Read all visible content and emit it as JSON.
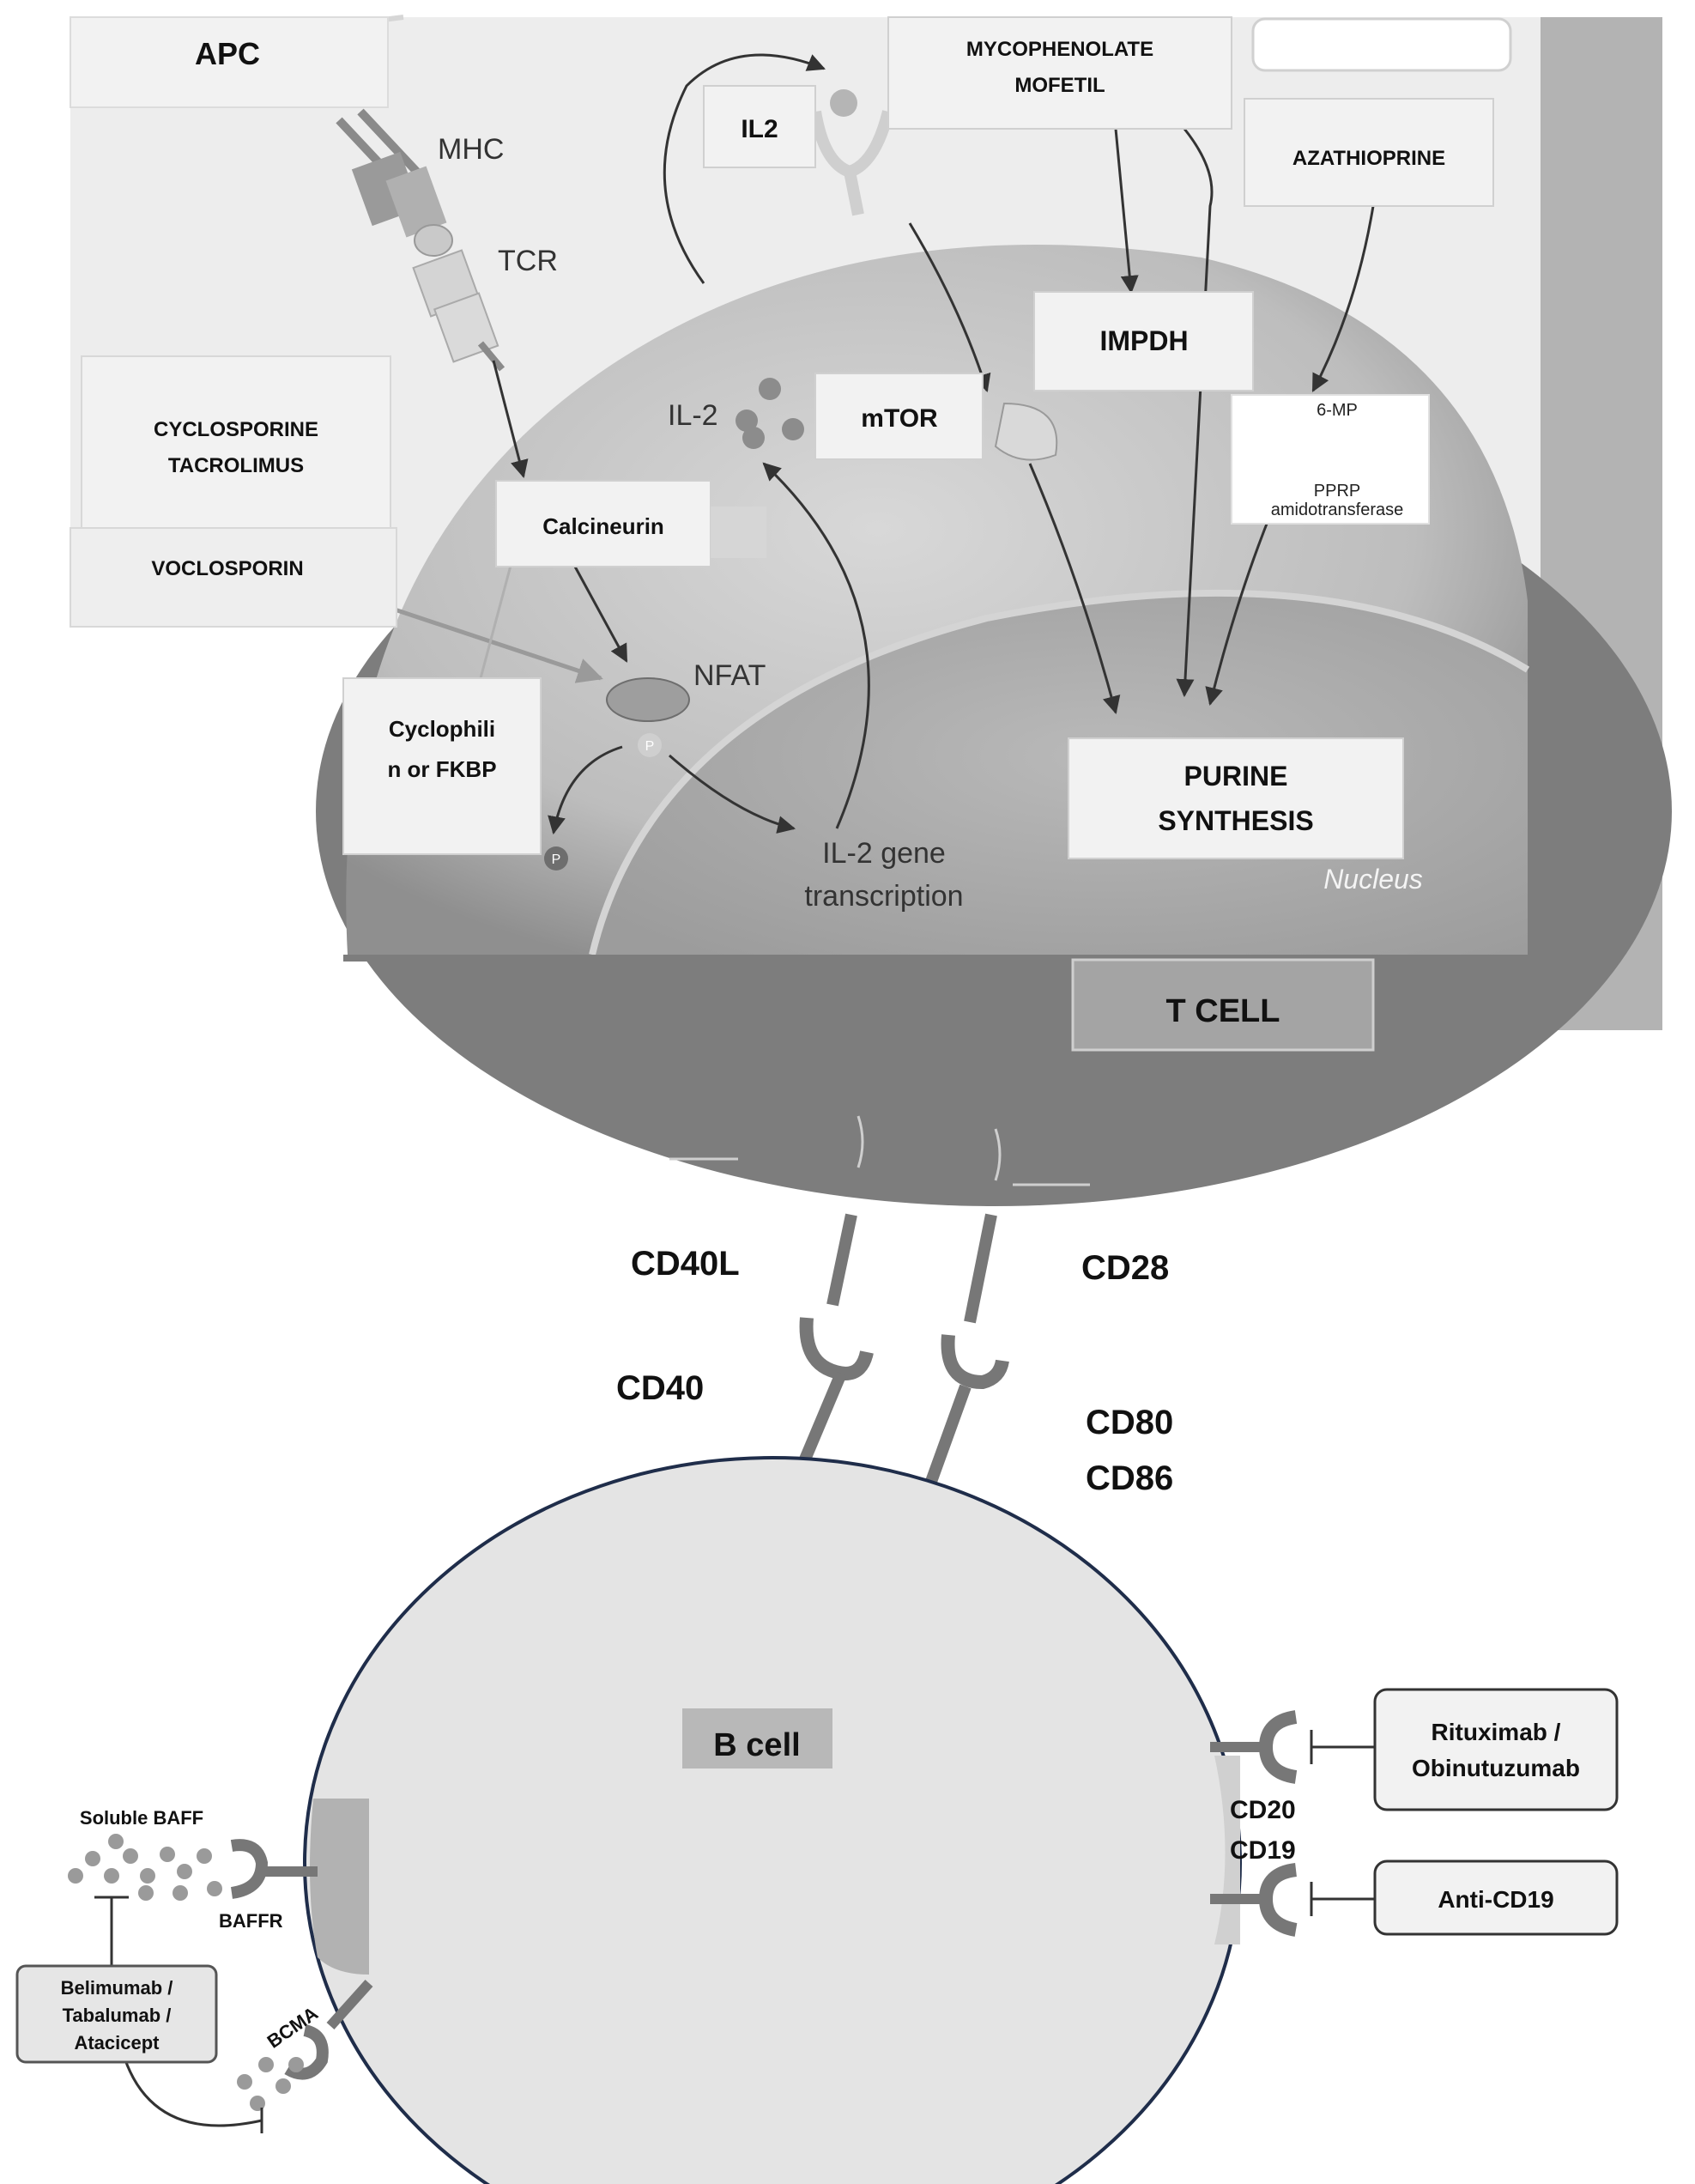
{
  "colors": {
    "apc_background": "#ededed",
    "tcell_outer": "#7a7a7a",
    "tcell_inner": "#c9c9c9",
    "nucleus": "#aaaaaa",
    "bcell_fill": "#e4e4e4",
    "bcell_outline": "#1f2d4a",
    "receptor": "#777777",
    "box_fill": "#f2f2f2",
    "box_border": "#cfcfcf",
    "text": "#111111"
  },
  "apc": {
    "title": "APC",
    "mhc": "MHC",
    "tcr": "TCR"
  },
  "drugs": {
    "mycophenolate_line1": "MYCOPHENOLATE",
    "mycophenolate_line2": "MOFETIL",
    "azathioprine": "AZATHIOPRINE",
    "cyclosporine_line1": "CYCLOSPORINE",
    "cyclosporine_line2": "TACROLIMUS",
    "voclosporin": "VOCLOSPORIN"
  },
  "tcell": {
    "il2_box": "IL2",
    "il2": "IL-2",
    "mtor": "mTOR",
    "impdh": "IMPDH",
    "six_mp": "6-MP",
    "pprp_line1": "PPRP",
    "pprp_line2": "amidotransferase",
    "calcineurin": "Calcineurin",
    "nfat": "NFAT",
    "phospho": "P",
    "cyclophilin_line1": "Cyclophili",
    "cyclophilin_line2": "n or FKBP",
    "gene_line1": "IL-2 gene",
    "gene_line2": "transcription",
    "purine_line1": "PURINE",
    "purine_line2": "SYNTHESIS",
    "nucleus": "Nucleus",
    "title": "T CELL"
  },
  "costim": {
    "cd40l": "CD40L",
    "cd28": "CD28",
    "cd40": "CD40",
    "cd80": "CD80",
    "cd86": "CD86"
  },
  "bcell": {
    "title": "B cell",
    "soluble_baff": "Soluble BAFF",
    "baffr": "BAFFR",
    "bcma": "BCMA",
    "belimumab_line1": "Belimumab /",
    "belimumab_line2": "Tabalumab /",
    "belimumab_line3": "Atacicept",
    "rituximab_line1": "Rituximab /",
    "rituximab_line2": "Obinutuzumab",
    "cd20": "CD20",
    "cd19": "CD19",
    "anti_cd19": "Anti-CD19"
  }
}
